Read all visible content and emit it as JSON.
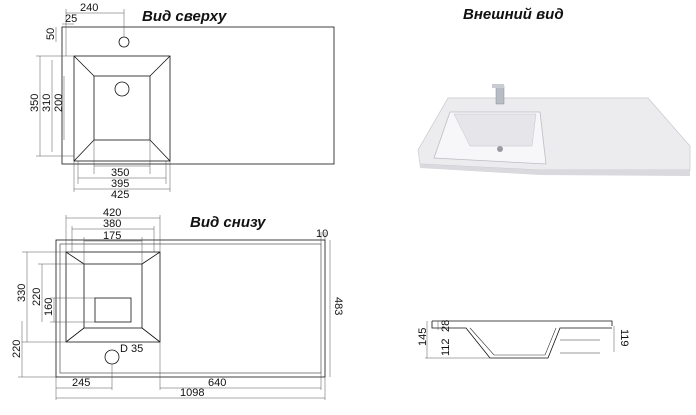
{
  "titles": {
    "top_view": "Вид сверху",
    "exterior": "Внешний вид",
    "bottom_view": "Вид снизу"
  },
  "top_view_dims": {
    "d240": "240",
    "d25": "25",
    "d50": "50",
    "d350v": "350",
    "d310": "310",
    "d200": "200",
    "d350h": "350",
    "d395": "395",
    "d425": "425"
  },
  "bottom_view_dims": {
    "d420": "420",
    "d380": "380",
    "d175": "175",
    "d10": "10",
    "d330": "330",
    "d220a": "220",
    "d160": "160",
    "d220b": "220",
    "d483": "483",
    "drain": "D 35",
    "d245": "245",
    "d640": "640",
    "d1098": "1098"
  },
  "section_dims": {
    "d145": "145",
    "d28": "28",
    "d112": "112",
    "d119": "119"
  }
}
